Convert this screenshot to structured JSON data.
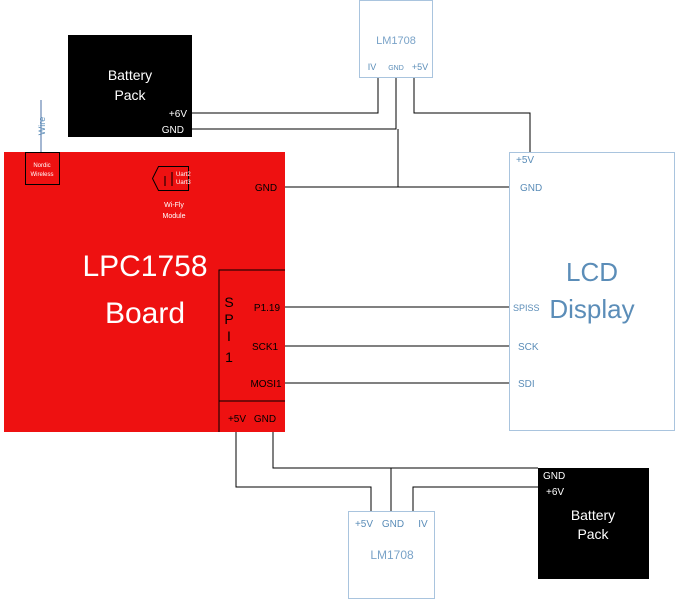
{
  "battery_top": {
    "title_line1": "Battery",
    "title_line2": "Pack",
    "pin_pos": "+6V",
    "pin_gnd": "GND"
  },
  "battery_bottom": {
    "pin_gnd": "GND",
    "pin_pos": "+6V",
    "title_line1": "Battery",
    "title_line2": "Pack"
  },
  "regulator_top": {
    "title": "LM1708",
    "pin_in": "IV",
    "pin_gnd": "GND",
    "pin_out": "+5V"
  },
  "regulator_bottom": {
    "title": "LM1708",
    "pin_out": "+5V",
    "pin_gnd": "GND",
    "pin_in": "IV"
  },
  "board": {
    "title_line1": "LPC1758",
    "title_line2": "Board",
    "pin_gnd": "GND",
    "pin_p119": "P1.19",
    "pin_sck1": "SCK1",
    "pin_mosi1": "MOSI1",
    "pin_5v": "+5V",
    "pin_gnd_bottom": "GND",
    "spi_letters": [
      "S",
      "P",
      "I",
      "1"
    ]
  },
  "nordic": {
    "line1": "Nordic",
    "line2": "Wireless"
  },
  "wire_label": "Wire",
  "wifly": {
    "uart2": "Uart2",
    "uart3": "Uart3",
    "line1": "Wi-Fly",
    "line2": "Module"
  },
  "lcd": {
    "title_line1": "LCD",
    "title_line2": "Display",
    "pin_5v": "+5V",
    "pin_gnd": "GND",
    "pin_spiss": "SPISS",
    "pin_sck": "SCK",
    "pin_sdi": "SDI"
  },
  "colors": {
    "board_red": "#ee1111",
    "battery_black": "#000000",
    "outline_blue": "#a9c4de",
    "text_blue": "#5b8db8"
  }
}
